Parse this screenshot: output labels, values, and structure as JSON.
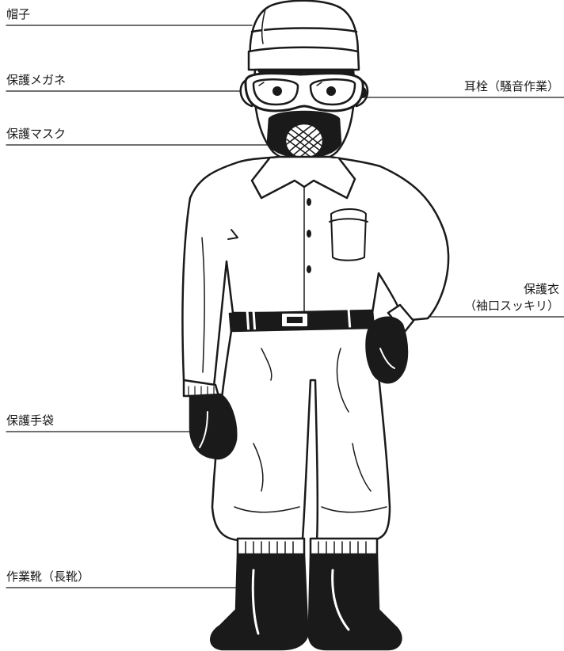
{
  "labels": {
    "hat": "帽子",
    "goggles": "保護メガネ",
    "mask": "保護マスク",
    "earplugs": "耳栓（騒音作業）",
    "clothing_line1": "保護衣",
    "clothing_line2": "（袖口スッキリ）",
    "gloves": "保護手袋",
    "boots": "作業靴（長靴）"
  },
  "colors": {
    "ink": "#1a1a1a",
    "fill_light": "#ffffff",
    "fill_dark": "#1a1a1a"
  }
}
